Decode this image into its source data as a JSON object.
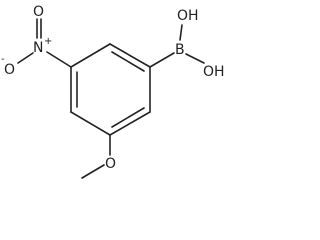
{
  "molecule": {
    "labels": {
      "oh_upper": "OH",
      "oh_lower": "OH",
      "boron": "B",
      "nitro_n": "N",
      "nitro_n_charge": "+",
      "nitro_o_upper": "O",
      "nitro_o_lower": "O",
      "nitro_o_charge": "-",
      "methoxy_o": "O"
    }
  }
}
